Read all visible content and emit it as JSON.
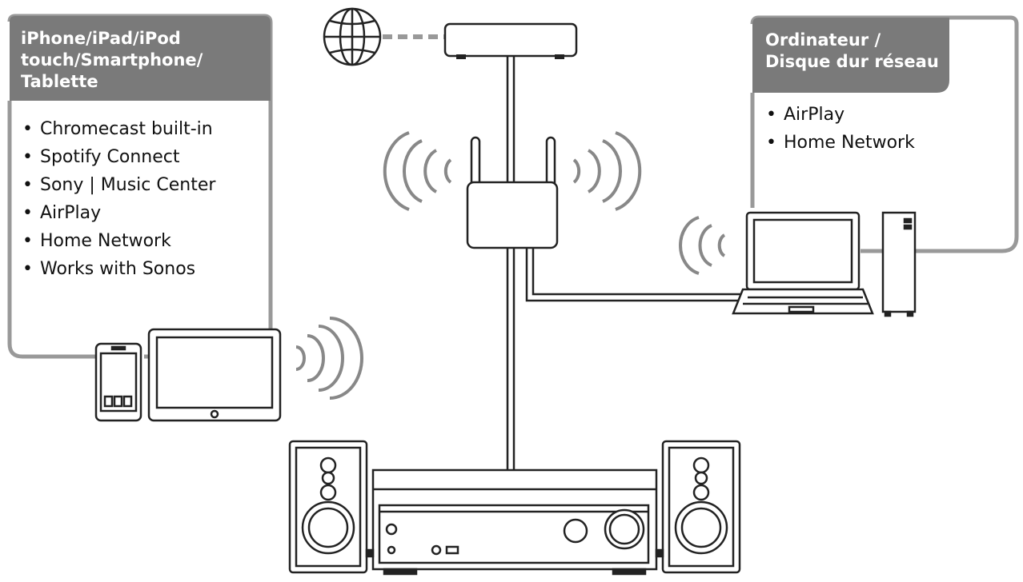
{
  "panels": {
    "mobile": {
      "title": "iPhone/iPad/iPod\ntouch/Smartphone/\nTablette",
      "features": [
        "Chromecast built-in",
        "Spotify Connect",
        "Sony | Music Center",
        "AirPlay",
        "Home Network",
        "Works with Sonos"
      ]
    },
    "computer": {
      "title": "Ordinateur /\nDisque dur réseau",
      "features": [
        "AirPlay",
        "Home Network"
      ]
    }
  },
  "icons": {
    "internet": "globe-icon",
    "modem": "modem-icon",
    "router": "wireless-router-icon",
    "smartphone": "smartphone-icon",
    "tablet": "tablet-icon",
    "laptop": "laptop-icon",
    "nas": "network-hard-drive-icon",
    "receiver": "av-receiver-icon",
    "speaker": "speaker-icon",
    "wifi": "wifi-waves-icon"
  },
  "colors": {
    "panel_header": "#7a7a7a",
    "panel_border": "#999999",
    "line": "#333333",
    "text": "#111111"
  }
}
